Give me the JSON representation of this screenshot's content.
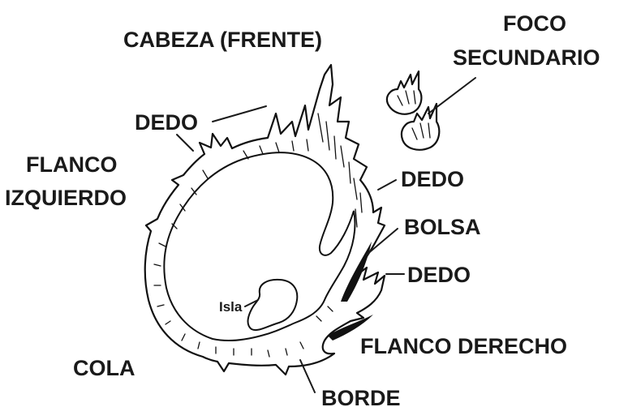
{
  "labels": {
    "cabeza": "CABEZA (FRENTE)",
    "foco_line1": "FOCO",
    "foco_line2": "SECUNDARIO",
    "dedo_left": "DEDO",
    "flanco_izq_line1": "FLANCO",
    "flanco_izq_line2": "IZQUIERDO",
    "dedo_right_1": "DEDO",
    "bolsa": "BOLSA",
    "dedo_right_2": "DEDO",
    "isla": "Isla",
    "flanco_derecho": "FLANCO DERECHO",
    "cola": "COLA",
    "borde": "BORDE"
  },
  "colors": {
    "ink": "#111111",
    "background": "#ffffff"
  }
}
